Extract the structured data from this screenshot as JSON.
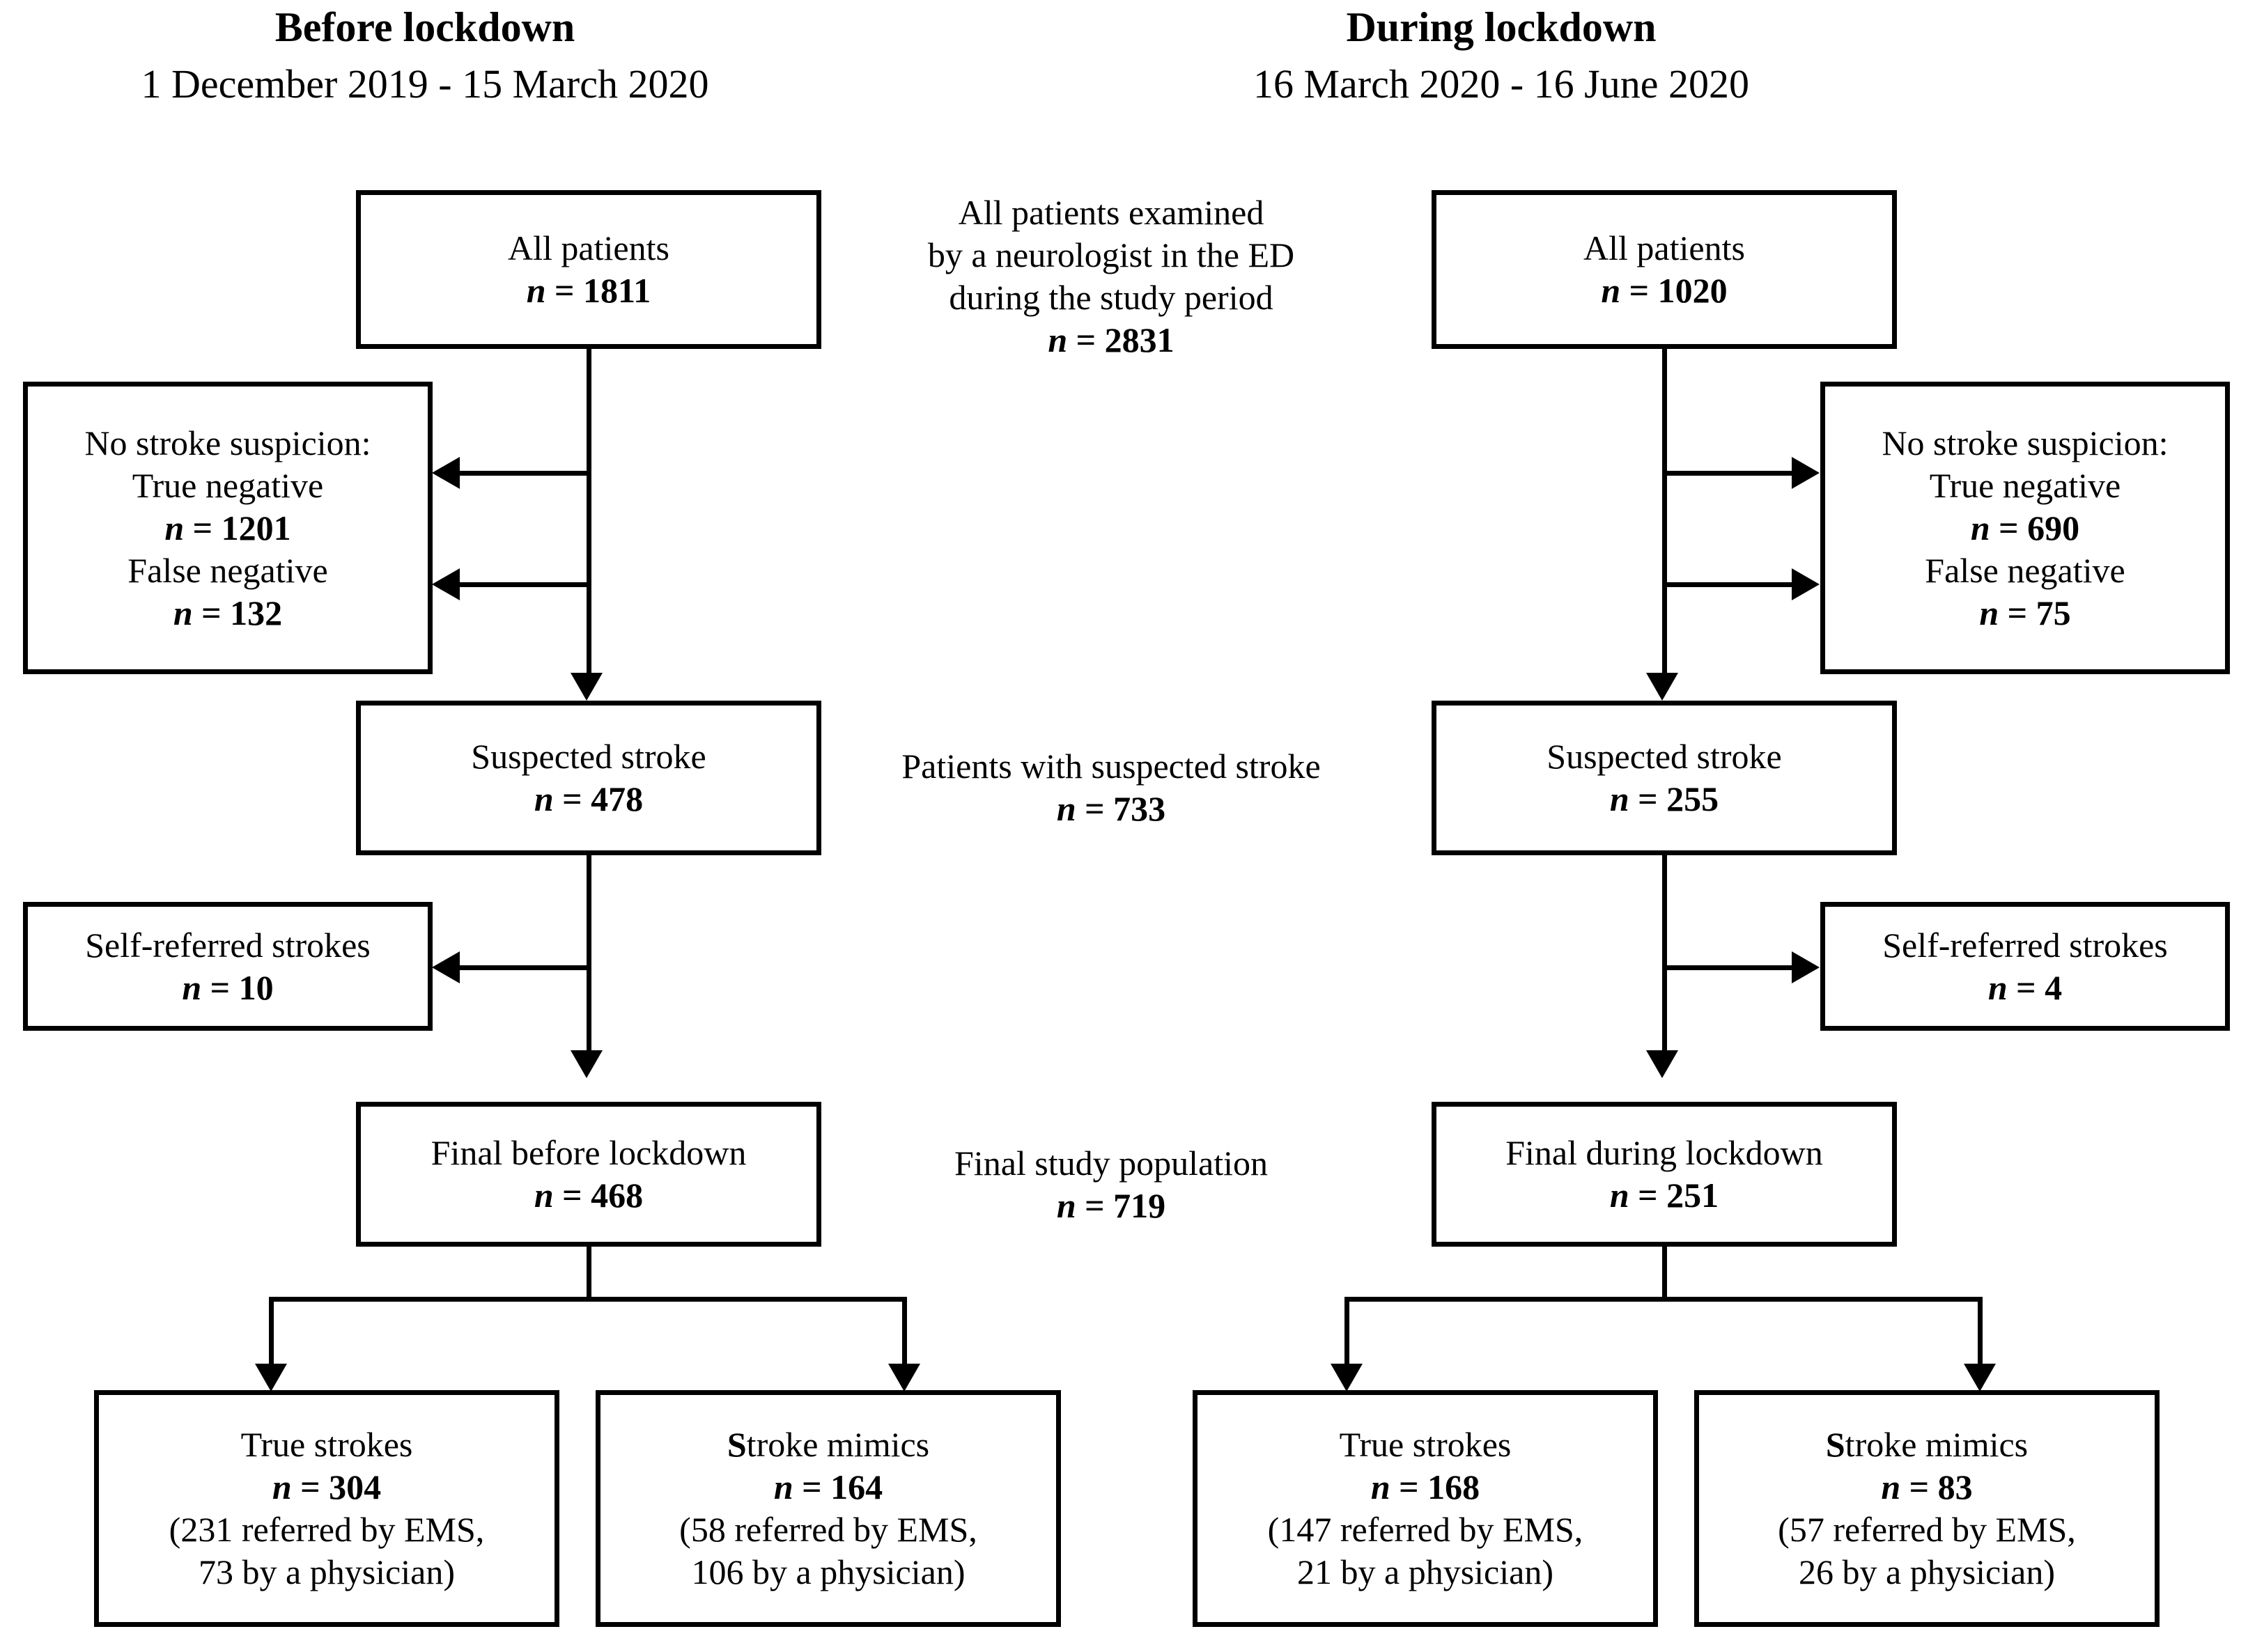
{
  "columns": {
    "before": {
      "title": "Before lockdown",
      "subtitle": "1 December 2019 - 15 March 2020"
    },
    "during": {
      "title": "During lockdown",
      "subtitle": "16 March 2020 - 16 June 2020"
    }
  },
  "before": {
    "all_patients": {
      "label": "All patients",
      "n": "n = 1811"
    },
    "no_suspicion": {
      "heading": "No stroke suspicion:",
      "true_negative_label": "True negative",
      "true_negative_n": "n = 1201",
      "false_negative_label": "False negative",
      "false_negative_n": "n = 132"
    },
    "suspected": {
      "label": "Suspected stroke",
      "n": "n = 478"
    },
    "self_referred": {
      "label": "Self-referred strokes",
      "n": "n = 10"
    },
    "final": {
      "label": "Final before lockdown",
      "n": "n = 468"
    },
    "true_strokes": {
      "label": "True strokes",
      "n": "n = 304",
      "detail_1": "(231 referred by EMS,",
      "detail_2": "73 by a physician)"
    },
    "stroke_mimics": {
      "label_bold": "S",
      "label_rest": "troke mimics",
      "n": "n = 164",
      "detail_1": "(58 referred by EMS,",
      "detail_2": "106 by a physician)"
    }
  },
  "during": {
    "all_patients": {
      "label": "All patients",
      "n": "n = 1020"
    },
    "no_suspicion": {
      "heading": "No stroke suspicion:",
      "true_negative_label": "True negative",
      "true_negative_n": "n = 690",
      "false_negative_label": "False negative",
      "false_negative_n": "n = 75"
    },
    "suspected": {
      "label": "Suspected stroke",
      "n": "n = 255"
    },
    "self_referred": {
      "label": "Self-referred strokes",
      "n": "n = 4"
    },
    "final": {
      "label": "Final during lockdown",
      "n": "n = 251"
    },
    "true_strokes": {
      "label": "True strokes",
      "n": "n = 168",
      "detail_1": "(147 referred by EMS,",
      "detail_2": "21 by a physician)"
    },
    "stroke_mimics": {
      "label_bold": "S",
      "label_rest": "troke mimics",
      "n": "n = 83",
      "detail_1": "(57 referred by EMS,",
      "detail_2": "26 by a physician)"
    }
  },
  "center": {
    "examined": {
      "line_1": "All patients examined",
      "line_2": "by a neurologist in the ED",
      "line_3": "during the study period",
      "n": "n = 2831"
    },
    "suspected": {
      "line_1": "Patients with suspected stroke",
      "n": "n = 733"
    },
    "final": {
      "line_1": "Final study population",
      "n": "n = 719"
    }
  },
  "colors": {
    "ink": "#000000",
    "paper": "#ffffff"
  }
}
